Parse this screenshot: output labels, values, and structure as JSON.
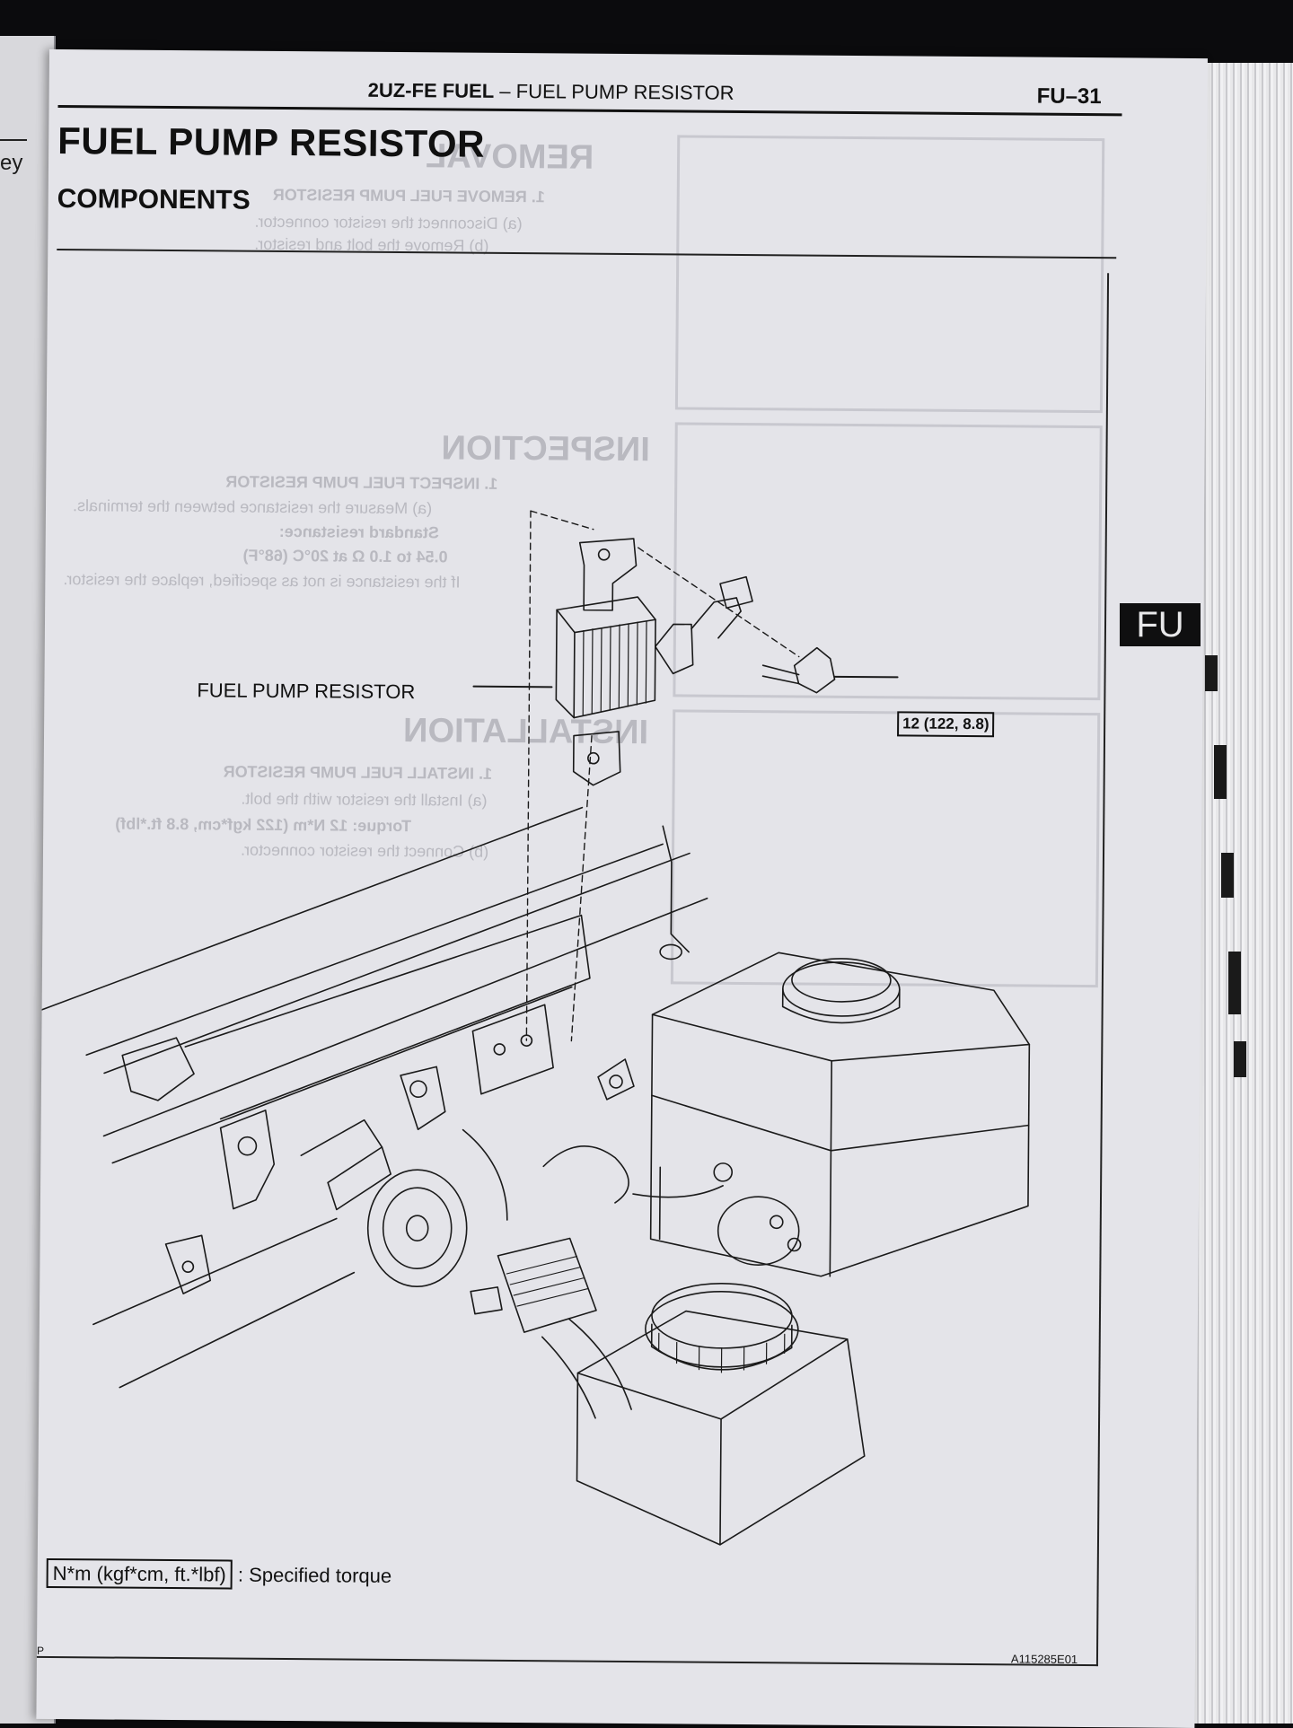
{
  "page": {
    "running_head_bold": "2UZ-FE FUEL",
    "running_head_dash": "–",
    "running_head_rest": "FUEL PUMP RESISTOR",
    "page_number": "FU–31",
    "title": "FUEL PUMP RESISTOR",
    "subtitle": "COMPONENTS",
    "section_tab": "FU"
  },
  "figure": {
    "part_label": "FUEL PUMP RESISTOR",
    "torque_value": "12 (122, 8.8)",
    "legend_boxed": "N*m (kgf*cm, ft.*lbf)",
    "legend_text": ": Specified torque",
    "figure_code": "A115285E01",
    "corner_mark": "P"
  },
  "left_page": {
    "edge_text": "ey"
  },
  "bleed_through": {
    "removal_heading": "REMOVAL",
    "removal_step": "1.  REMOVE FUEL PUMP RESISTOR",
    "removal_a": "(a)  Disconnect the resistor connector.",
    "removal_b": "(b)  Remove the bolt and resistor.",
    "inspection_heading": "INSPECTION",
    "inspection_step": "1.  INSPECT FUEL PUMP RESISTOR",
    "inspection_a": "(a)  Measure the resistance between the terminals.",
    "inspection_std": "Standard resistance:",
    "inspection_val": "0.54 to 1.0 Ω at 20°C (68°F)",
    "inspection_note": "If the resistance is not as specified, replace the resistor.",
    "installation_heading": "INSTALLATION",
    "installation_step": "1.  INSTALL FUEL PUMP RESISTOR",
    "installation_a": "(a)  Install the resistor with the bolt.",
    "installation_torque": "Torque: 12 N*m (122 kgf*cm, 8.8 ft.*lbf)",
    "installation_b": "(b)  Connect the resistor connector."
  }
}
